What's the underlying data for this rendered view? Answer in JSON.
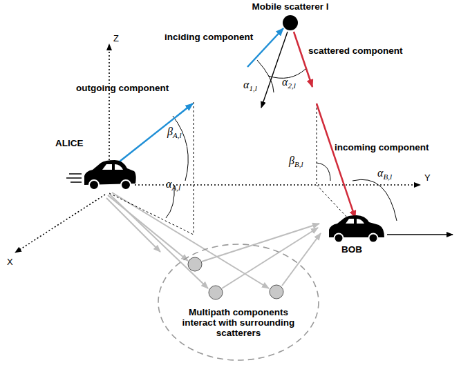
{
  "diagram": {
    "nodes": [
      {
        "text": [
          "Mobile scatterer l"
        ]
      },
      {
        "text": [
          "Multipath components interact with surrounding scatterers"
        ]
      }
    ],
    "labels": [
      "Z",
      "Y",
      "X",
      "inciding component",
      "scattered component",
      "α1,l",
      "α2,l",
      "outgoing component",
      "βA,l",
      "ALICE",
      "αA,l",
      "incoming component",
      "βB,l",
      "αB,l",
      "BOB"
    ]
  }
}
